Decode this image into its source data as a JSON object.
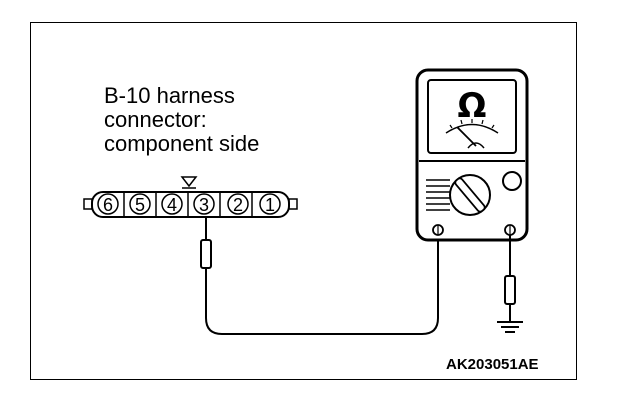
{
  "connector_label": {
    "line1": "B-10 harness",
    "line2": "connector:",
    "line3": "component side"
  },
  "pins": [
    "6",
    "5",
    "4",
    "3",
    "2",
    "1"
  ],
  "meter_symbol": "Ω",
  "figure_code": "AK203051AE"
}
